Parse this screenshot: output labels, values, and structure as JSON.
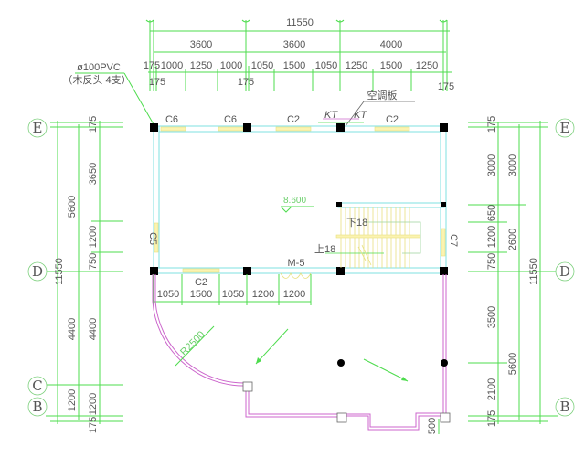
{
  "drawing": {
    "type": "architectural floor plan",
    "top_dims": {
      "overall": "11550",
      "bays": [
        "3600",
        "3600",
        "4000"
      ],
      "segments": [
        "175",
        "1000",
        "1250",
        "1000",
        "1050",
        "1500",
        "1050",
        "1250",
        "1500",
        "1250"
      ],
      "lower_labels": [
        "175",
        "175",
        "175"
      ]
    },
    "left_dims": {
      "overall": "11550",
      "col2": [
        "5600",
        "4400",
        "1200"
      ],
      "col3": [
        "175",
        "3650",
        "1200",
        "750",
        "4400",
        "1200",
        "175"
      ]
    },
    "right_dims": {
      "overall": "11550",
      "col2": [
        "3000",
        "2600",
        "5600"
      ],
      "col1": [
        "175",
        "3000",
        "650",
        "1200",
        "750",
        "3500",
        "2100",
        "175"
      ]
    },
    "axes": {
      "left": [
        "E",
        "D",
        "C",
        "B"
      ],
      "right": [
        "E",
        "D",
        "B"
      ]
    },
    "annotations": {
      "pipe_note_line1": "ø100PVC",
      "pipe_note_line2": "（木反头  4支）",
      "ac_board": "空调板",
      "kt_left": "KT",
      "kt_right": "KT",
      "elevation": "8.600",
      "stair_down": "下18",
      "stair_up": "上18",
      "door": "M-5",
      "radius": "R2500",
      "small_dim": "500"
    },
    "windows": {
      "top": [
        "C6",
        "C6",
        "C2",
        "C2"
      ],
      "left": "C5",
      "right": "C7",
      "bottom": "C2"
    },
    "bottom_dims": [
      "1050",
      "1500",
      "1050",
      "1200",
      "1200"
    ]
  }
}
